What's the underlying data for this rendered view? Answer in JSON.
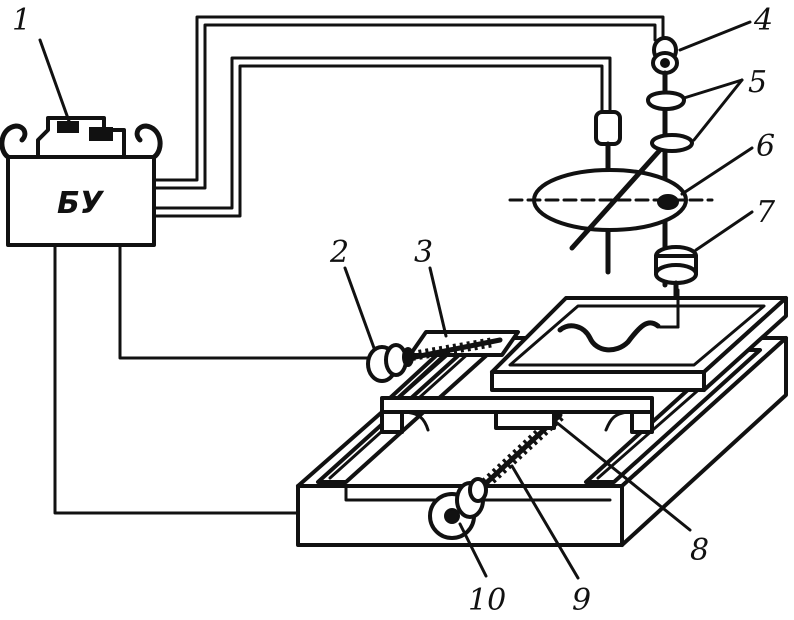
{
  "control_unit": {
    "label": "БУ"
  },
  "callouts": [
    "1",
    "2",
    "3",
    "4",
    "5",
    "6",
    "7",
    "8",
    "9",
    "10"
  ]
}
